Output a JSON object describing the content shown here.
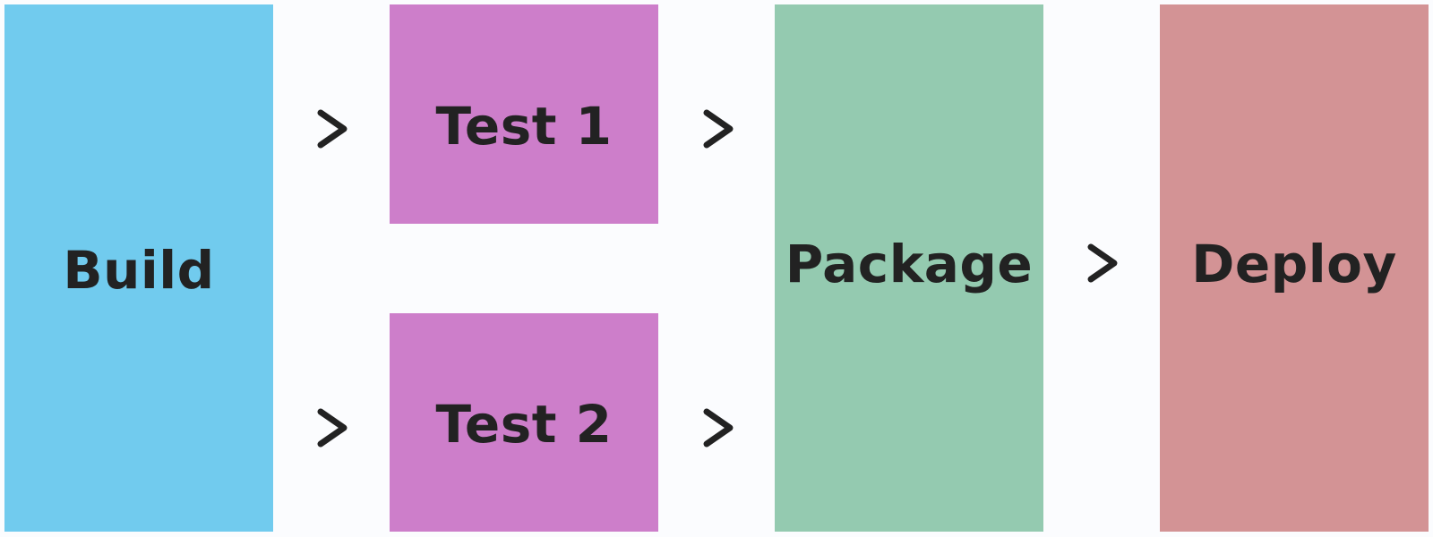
{
  "stages": {
    "build": {
      "label": "Build",
      "color": "#71cbee"
    },
    "test1": {
      "label": "Test 1",
      "color": "#cd7eca"
    },
    "test2": {
      "label": "Test 2",
      "color": "#cd7eca"
    },
    "package": {
      "label": "Package",
      "color": "#94cab0"
    },
    "deploy": {
      "label": "Deploy",
      "color": "#d39395"
    }
  },
  "arrow": {
    "icon": "chevron-right-icon",
    "color": "#222222"
  },
  "connections": [
    [
      "Build",
      "Test 1"
    ],
    [
      "Build",
      "Test 2"
    ],
    [
      "Test 1",
      "Package"
    ],
    [
      "Test 2",
      "Package"
    ],
    [
      "Package",
      "Deploy"
    ]
  ]
}
